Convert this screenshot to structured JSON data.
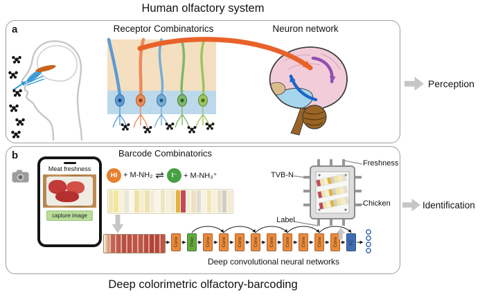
{
  "titles": {
    "top": "Human olfactory system",
    "bottom": "Deep colorimetric olfactory-barcoding"
  },
  "panel_a": {
    "label": "a",
    "receptor_heading": "Receptor Combinatorics",
    "network_heading": "Neuron network",
    "output": "Perception"
  },
  "panel_b": {
    "label": "b",
    "heading": "Barcode Combinatorics",
    "phone": {
      "title": "Meat freshness",
      "button": "capture image"
    },
    "equation": {
      "lhs_species": "HI",
      "lhs_rest": "+ M-NH₂",
      "equilibrium": "⇌",
      "rhs_species": "I⁻",
      "rhs_rest": "+ M-NH₃⁺"
    },
    "barcode_colors": [
      "#efe6b4",
      "#f2e79b",
      "#f7f1d8",
      "#e9e7da",
      "#faf7ec",
      "#f1e1a6",
      "#f6ecce",
      "#ece3ae",
      "#f4ebd8",
      "#f9f5e8",
      "#eee6c0",
      "#f6efd8",
      "#f0ead0",
      "#e2b43c",
      "#c24a5a",
      "#f3edd8",
      "#ece2c0",
      "#dcdcd2",
      "#f6f1e1",
      "#f0e6b6",
      "#f7f1da",
      "#e9e1c8",
      "#cfcec6",
      "#f3ebd3"
    ],
    "cnn": {
      "caption": "Deep convolutional neural networks",
      "blocks": [
        {
          "label": "Conv",
          "color": "#e98a3c"
        },
        {
          "label": "Pool",
          "color": "#63a83e"
        },
        {
          "label": "Conv",
          "color": "#e98a3c"
        },
        {
          "label": "Conv",
          "color": "#e98a3c"
        },
        {
          "label": "Conv",
          "color": "#e98a3c"
        },
        {
          "label": "Conv",
          "color": "#e98a3c"
        },
        {
          "label": "Conv",
          "color": "#e98a3c"
        },
        {
          "label": "Conv",
          "color": "#e98a3c"
        },
        {
          "label": "Conv",
          "color": "#e98a3c"
        },
        {
          "label": "Conv",
          "color": "#e98a3c"
        },
        {
          "label": "Conv",
          "color": "#e98a3c"
        },
        {
          "label": "FC",
          "color": "#3f6db5"
        }
      ]
    },
    "chip": {
      "strip_colors": [
        "#c24a5a",
        "#efe6b4",
        "#f7f1d8",
        "#e2b43c",
        "#cfcec6",
        "#f2e79b",
        "#f6ecce",
        "#e9e1c8"
      ],
      "labels": {
        "tvbn": "TVB-N",
        "freshness": "Freshness",
        "chicken": "Chicken",
        "label": "Label"
      }
    },
    "output": "Identification"
  }
}
